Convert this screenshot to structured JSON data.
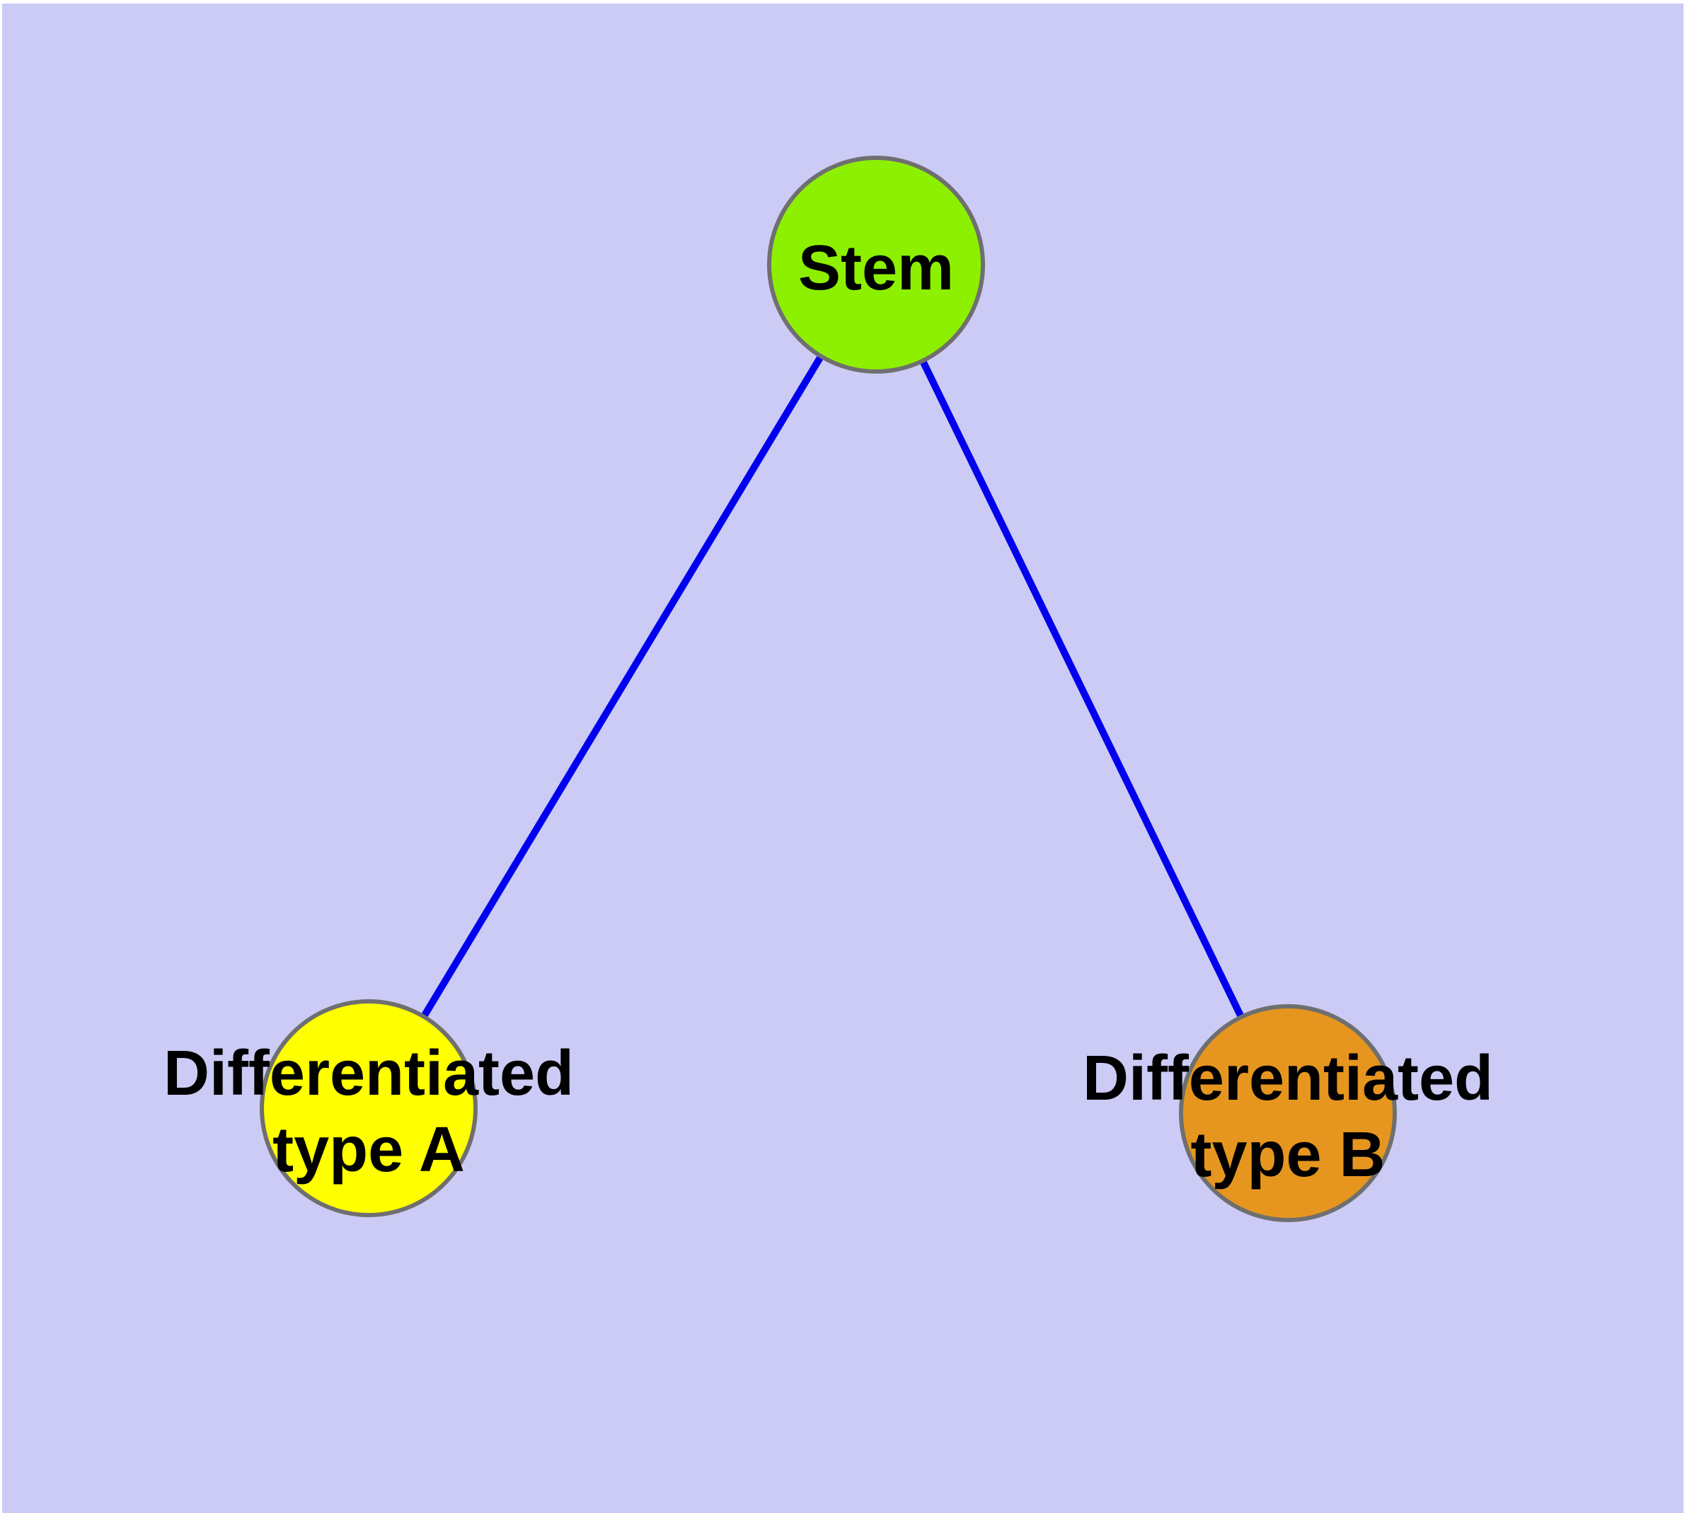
{
  "diagram": {
    "colors": {
      "background": "#CBCBF5",
      "frame": "#FFFFFF",
      "edge": "#0000EE",
      "node_border": "#6F6F6F",
      "label_text": "#000000"
    },
    "nodes": [
      {
        "id": "stem",
        "label": "Stem",
        "label_line1": "Stem",
        "label_line2": "",
        "color": "#8DF000"
      },
      {
        "id": "differentiated-type-a",
        "label": "Differentiated type A",
        "label_line1": "Differentiated",
        "label_line2": "type A",
        "color": "#FFFF00"
      },
      {
        "id": "differentiated-type-b",
        "label": "Differentiated type B",
        "label_line1": "Differentiated",
        "label_line2": "type B",
        "color": "#E6961F"
      }
    ],
    "edges": [
      {
        "from": "Stem",
        "to": "Differentiated type A"
      },
      {
        "from": "Stem",
        "to": "Differentiated type B"
      }
    ]
  }
}
